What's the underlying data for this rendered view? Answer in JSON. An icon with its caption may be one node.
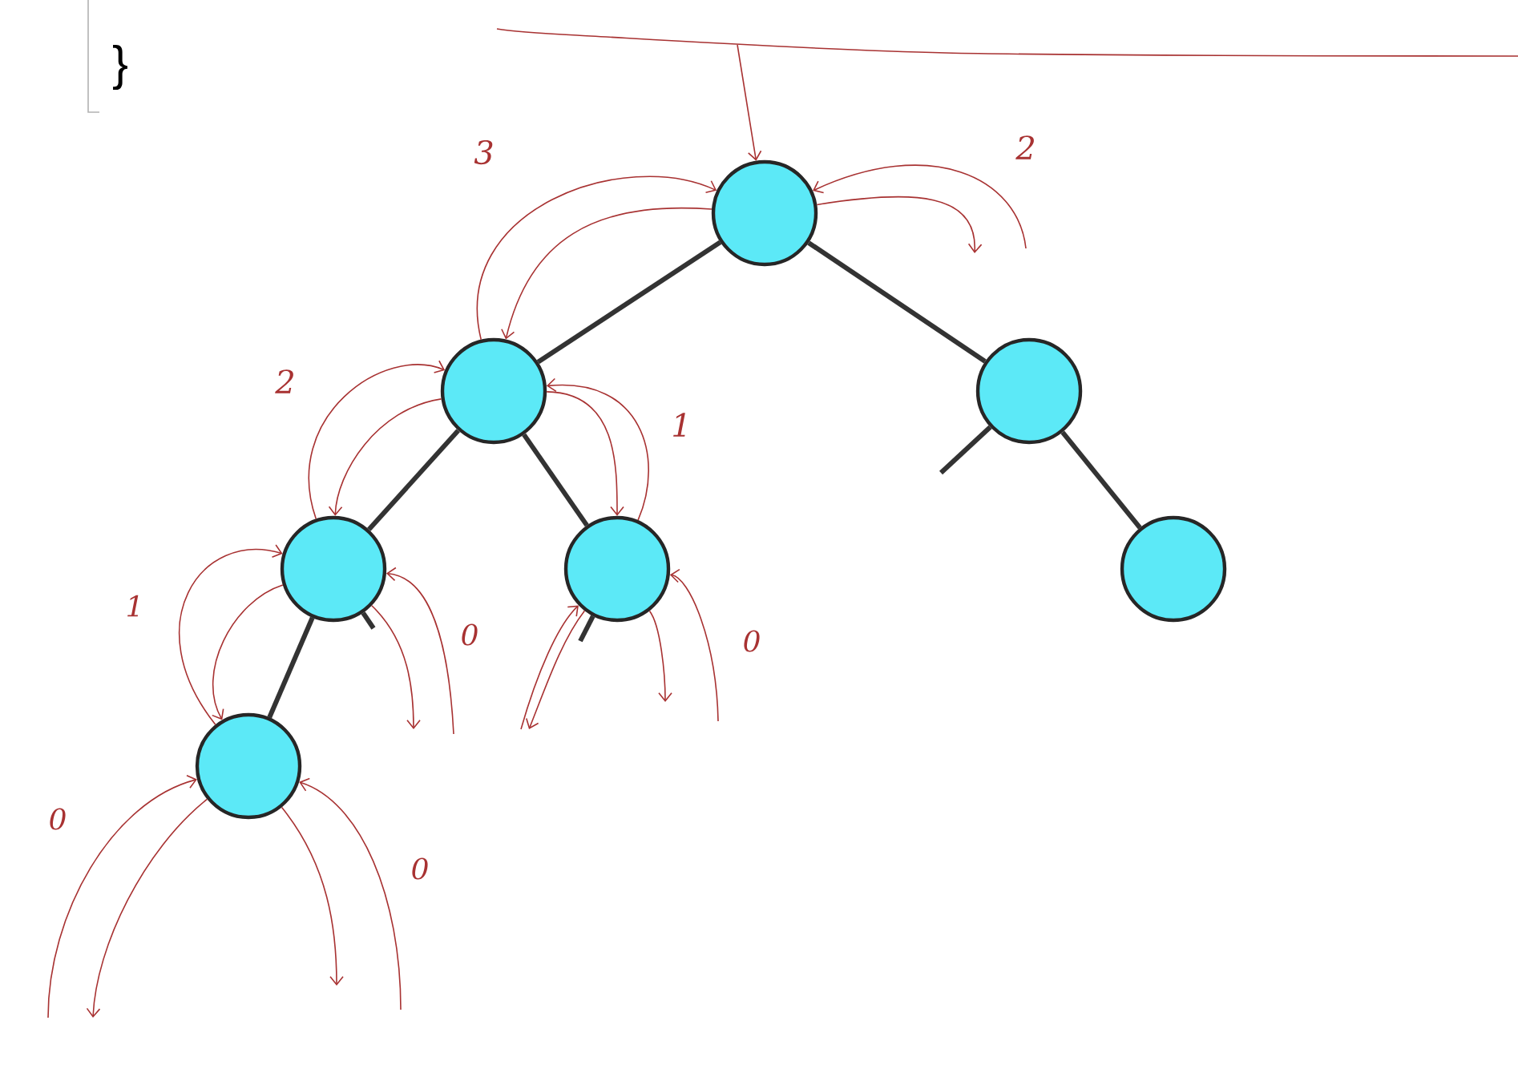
{
  "diagram": {
    "nodes": [
      {
        "text": [],
        "shape": "circle"
      },
      {
        "text": [],
        "shape": "circle"
      },
      {
        "text": [],
        "shape": "circle"
      },
      {
        "text": [],
        "shape": "circle"
      },
      {
        "text": [],
        "shape": "circle"
      },
      {
        "text": [],
        "shape": "circle"
      },
      {
        "text": [],
        "shape": "circle"
      }
    ],
    "edges": [
      {
        "from": 0,
        "to": 1,
        "arrow": "none",
        "style": "thick",
        "color": "#333333"
      },
      {
        "from": 0,
        "to": 2,
        "arrow": "none",
        "style": "thick",
        "color": "#333333"
      },
      {
        "from": 1,
        "to": 3,
        "arrow": "none",
        "style": "thick",
        "color": "#333333"
      },
      {
        "from": 1,
        "to": 4,
        "arrow": "none",
        "style": "thick",
        "color": "#333333"
      },
      {
        "from": 2,
        "to": 5,
        "arrow": "none",
        "style": "thick",
        "color": "#333333"
      },
      {
        "from": 3,
        "to": 6,
        "arrow": "none",
        "style": "thick",
        "color": "#333333"
      },
      {
        "from": 2,
        "to": null,
        "arrow": "none",
        "style": "thick",
        "color": "#333333"
      },
      {
        "from": 3,
        "to": null,
        "arrow": "none",
        "style": "thick",
        "color": "#333333"
      },
      {
        "from": 4,
        "to": null,
        "arrow": "none",
        "style": "thick",
        "color": "#333333"
      },
      {
        "from": null,
        "to": 0,
        "arrow": "to"
      },
      {
        "from": 0,
        "to": 1,
        "arrow": "to"
      },
      {
        "from": 1,
        "to": 0,
        "arrow": "to"
      },
      {
        "from": 0,
        "to": null,
        "arrow": "to"
      },
      {
        "from": null,
        "to": 0,
        "arrow": "to"
      },
      {
        "from": 1,
        "to": 3,
        "arrow": "to"
      },
      {
        "from": 3,
        "to": 1,
        "arrow": "to"
      },
      {
        "from": 1,
        "to": 4,
        "arrow": "to"
      },
      {
        "from": 4,
        "to": 1,
        "arrow": "to"
      },
      {
        "from": 3,
        "to": 6,
        "arrow": "to"
      },
      {
        "from": 6,
        "to": 3,
        "arrow": "to"
      },
      {
        "from": 3,
        "to": null,
        "arrow": "to"
      },
      {
        "from": null,
        "to": 3,
        "arrow": "to"
      },
      {
        "from": 4,
        "to": null,
        "arrow": "to"
      },
      {
        "from": null,
        "to": 4,
        "arrow": "to"
      },
      {
        "from": 4,
        "to": null,
        "arrow": "to"
      },
      {
        "from": null,
        "to": 4,
        "arrow": "to"
      },
      {
        "from": 6,
        "to": null,
        "arrow": "to"
      },
      {
        "from": null,
        "to": 6,
        "arrow": "to"
      },
      {
        "from": 6,
        "to": null,
        "arrow": "to"
      },
      {
        "from": null,
        "to": 6,
        "arrow": "to"
      }
    ],
    "labels": [
      "}",
      "3",
      "2",
      "2",
      "1",
      "1",
      "0",
      "0",
      "0",
      "0"
    ]
  }
}
